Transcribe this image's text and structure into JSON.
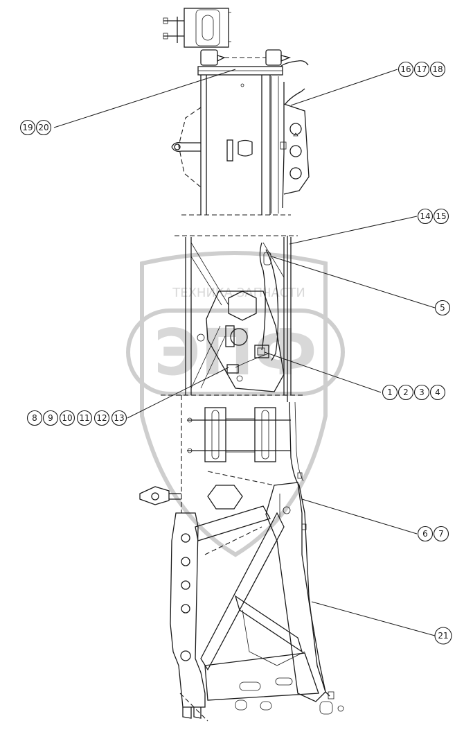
{
  "colors": {
    "line": "#1a1a1a",
    "background": "#ffffff",
    "watermark": "#cccccc"
  },
  "watermark": {
    "brand_large": "ЭПФ",
    "brand_small": "ТЕХНИКА  ЗАПЧАСТИ"
  },
  "callouts": [
    {
      "id": "c1",
      "numbers": [
        "16",
        "17",
        "18"
      ]
    },
    {
      "id": "c2",
      "numbers": [
        "19",
        "20"
      ]
    },
    {
      "id": "c3",
      "numbers": [
        "14",
        "15"
      ]
    },
    {
      "id": "c4",
      "numbers": [
        "5"
      ]
    },
    {
      "id": "c5",
      "numbers": [
        "1",
        "2",
        "3",
        "4"
      ]
    },
    {
      "id": "c6",
      "numbers": [
        "8",
        "9",
        "10",
        "11",
        "12",
        "13"
      ]
    },
    {
      "id": "c7",
      "numbers": [
        "6",
        "7"
      ]
    },
    {
      "id": "c8",
      "numbers": [
        "21"
      ]
    }
  ]
}
